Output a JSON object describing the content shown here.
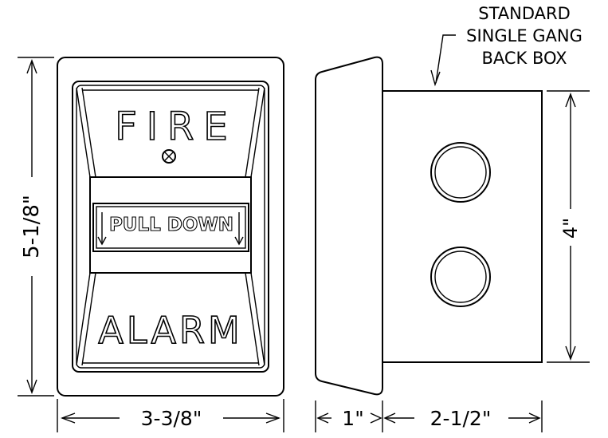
{
  "front_view": {
    "top_text": "FIRE",
    "handle_text": "PULL DOWN",
    "bottom_text": "ALARM"
  },
  "back_box_label": {
    "line1": "STANDARD",
    "line2": "SINGLE GANG",
    "line3": "BACK BOX"
  },
  "dimensions": {
    "front_height": "5-1/8\"",
    "front_width": "3-3/8\"",
    "cover_depth": "1\"",
    "box_depth": "2-1/2\"",
    "box_height": "4\""
  }
}
